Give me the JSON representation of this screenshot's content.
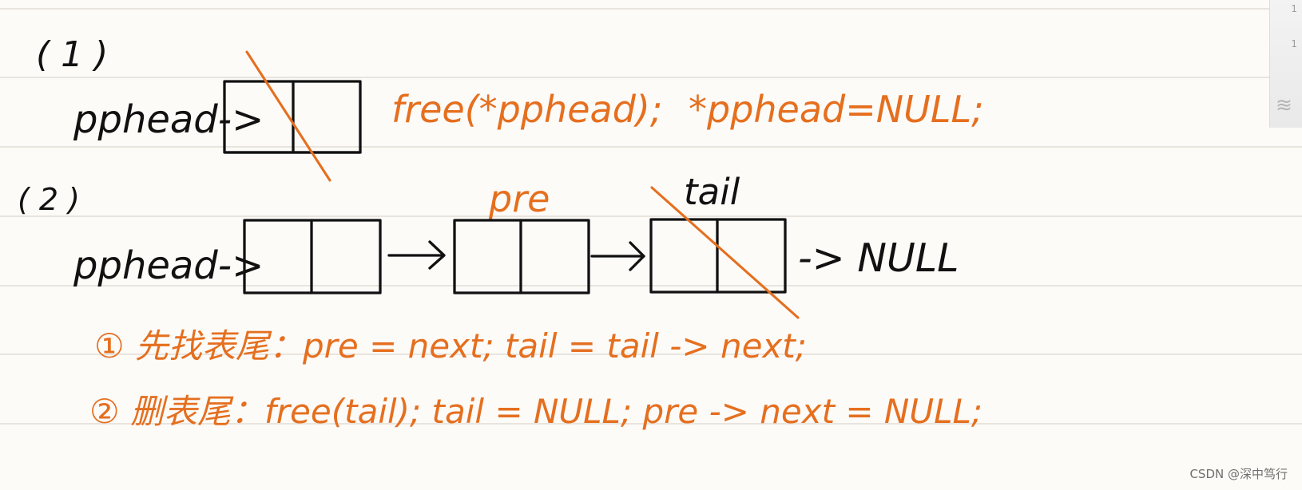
{
  "labels": {
    "case_one": "( 1 )",
    "case_two": "( 2 )",
    "pphead_arrow_one": "pphead->",
    "pphead_arrow_two": "pphead->",
    "free_pphead": "free(*pphead);",
    "set_pphead_null": "*pphead=NULL;",
    "pre": "pre",
    "tail": "tail",
    "null_end": "-> NULL",
    "step_one": "① 先找表尾：pre = next;  tail = tail -> next;",
    "step_two": "② 删表尾：free(tail);  tail = NULL;  pre -> next = NULL;",
    "watermark": "CSDN @深中笃行",
    "side_one": "1",
    "side_two": "1"
  },
  "icons": {
    "layers": "layers-icon"
  },
  "colors": {
    "ink": "#111111",
    "orange": "#e56f1f",
    "rule": "#d9d3cc"
  }
}
